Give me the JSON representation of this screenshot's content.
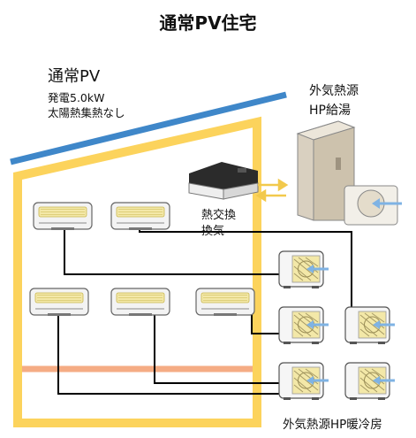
{
  "title": "通常PV住宅",
  "pv": {
    "name": "通常PV",
    "generation": "発電5.0kW",
    "solar_thermal": "太陽熱集熱なし"
  },
  "water_heater": {
    "line1": "外気熱源",
    "line2": "HP給湯"
  },
  "ventilation": {
    "line1": "熱交換",
    "line2": "換気"
  },
  "hvac_label": "外気熱源HP暖冷房",
  "colors": {
    "roof": "#3f87c9",
    "house_frame": "#fcd35c",
    "floor": "#f5ac84",
    "arrow": "#7fb3e4",
    "exchange_arrows": "#f2c94c",
    "piping": "#000000"
  }
}
